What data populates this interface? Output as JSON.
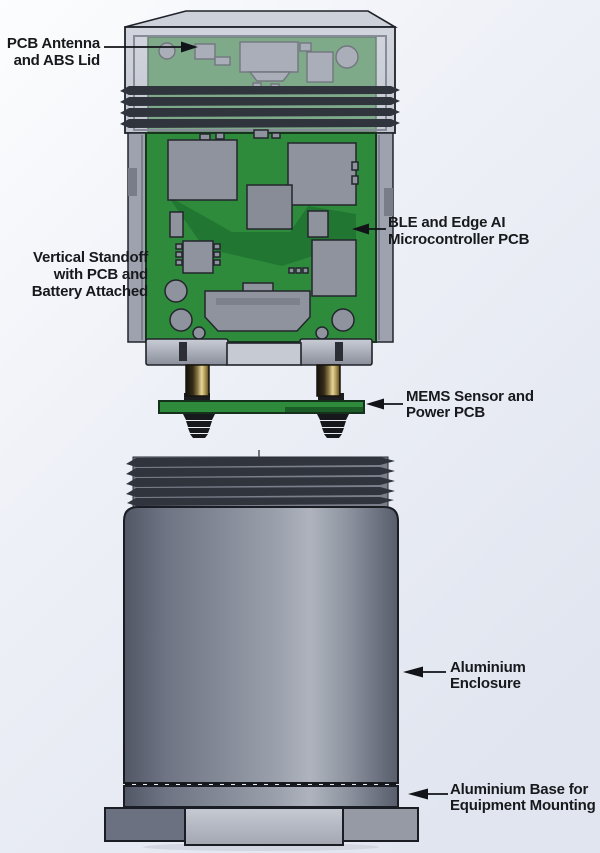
{
  "figure": {
    "kind": "exploded-cad-assembly-diagram",
    "labels": {
      "antenna": {
        "lines": [
          "PCB Antenna",
          "and ABS Lid"
        ]
      },
      "standoff": {
        "lines": [
          "Vertical Standoff",
          "with PCB and",
          "Battery Attached"
        ]
      },
      "ble": {
        "lines": [
          "BLE and Edge AI",
          "Microcontroller PCB"
        ]
      },
      "mems": {
        "lines": [
          "MEMS Sensor and",
          "Power PCB"
        ]
      },
      "enclosure": {
        "lines": [
          "Aluminium",
          "Enclosure"
        ]
      },
      "base": {
        "lines": [
          "Aluminium Base for",
          "Equipment Mounting"
        ]
      }
    },
    "colors": {
      "pcb_green": "#2e8b3c",
      "pcb_green_shadow": "#1e7330",
      "antenna_pcb_green": "#3f8a4a",
      "component_gray": "#8e939e",
      "lid_translucent": "#ccd0d9",
      "thread_dark": "#30343d",
      "brass_highlight": "#e8d9a0",
      "label_text": "#17191c",
      "background_top": "#fcfdfe",
      "background_bottom": "#e0e5ef"
    }
  }
}
